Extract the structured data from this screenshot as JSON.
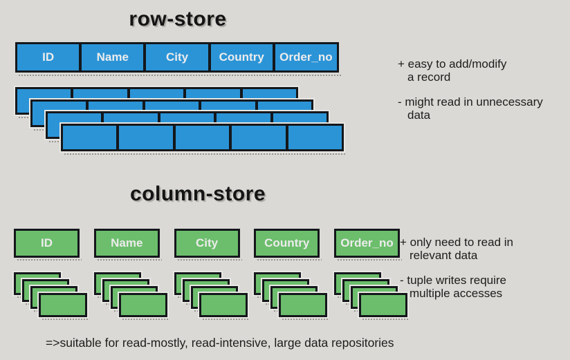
{
  "row_store": {
    "title": "row-store",
    "columns": [
      "ID",
      "Name",
      "City",
      "Country",
      "Order_no"
    ],
    "stacked_rows": 4,
    "annotations": [
      {
        "marker": "+",
        "lines": [
          "easy to add/modify",
          "a record"
        ]
      },
      {
        "marker": "-",
        "lines": [
          "might read in unnecessary",
          "data"
        ]
      }
    ]
  },
  "column_store": {
    "title": "column-store",
    "columns": [
      "ID",
      "Name",
      "City",
      "Country",
      "Order_no"
    ],
    "cards_per_column": 4,
    "annotations": [
      {
        "marker": "+",
        "lines": [
          "only need to read in",
          "relevant data"
        ]
      },
      {
        "marker": "-",
        "lines": [
          "tuple writes require",
          "multiple accesses"
        ]
      }
    ]
  },
  "footer": {
    "note": "=>suitable for read-mostly, read-intensive, large data repositories"
  },
  "colors": {
    "background": "#DBD9D5",
    "row_cell": "#2B94D7",
    "column_cell": "#6CBE6C",
    "ink": "#14171B",
    "cell_text": "#ECECEC",
    "text": "#1C1C1C"
  }
}
